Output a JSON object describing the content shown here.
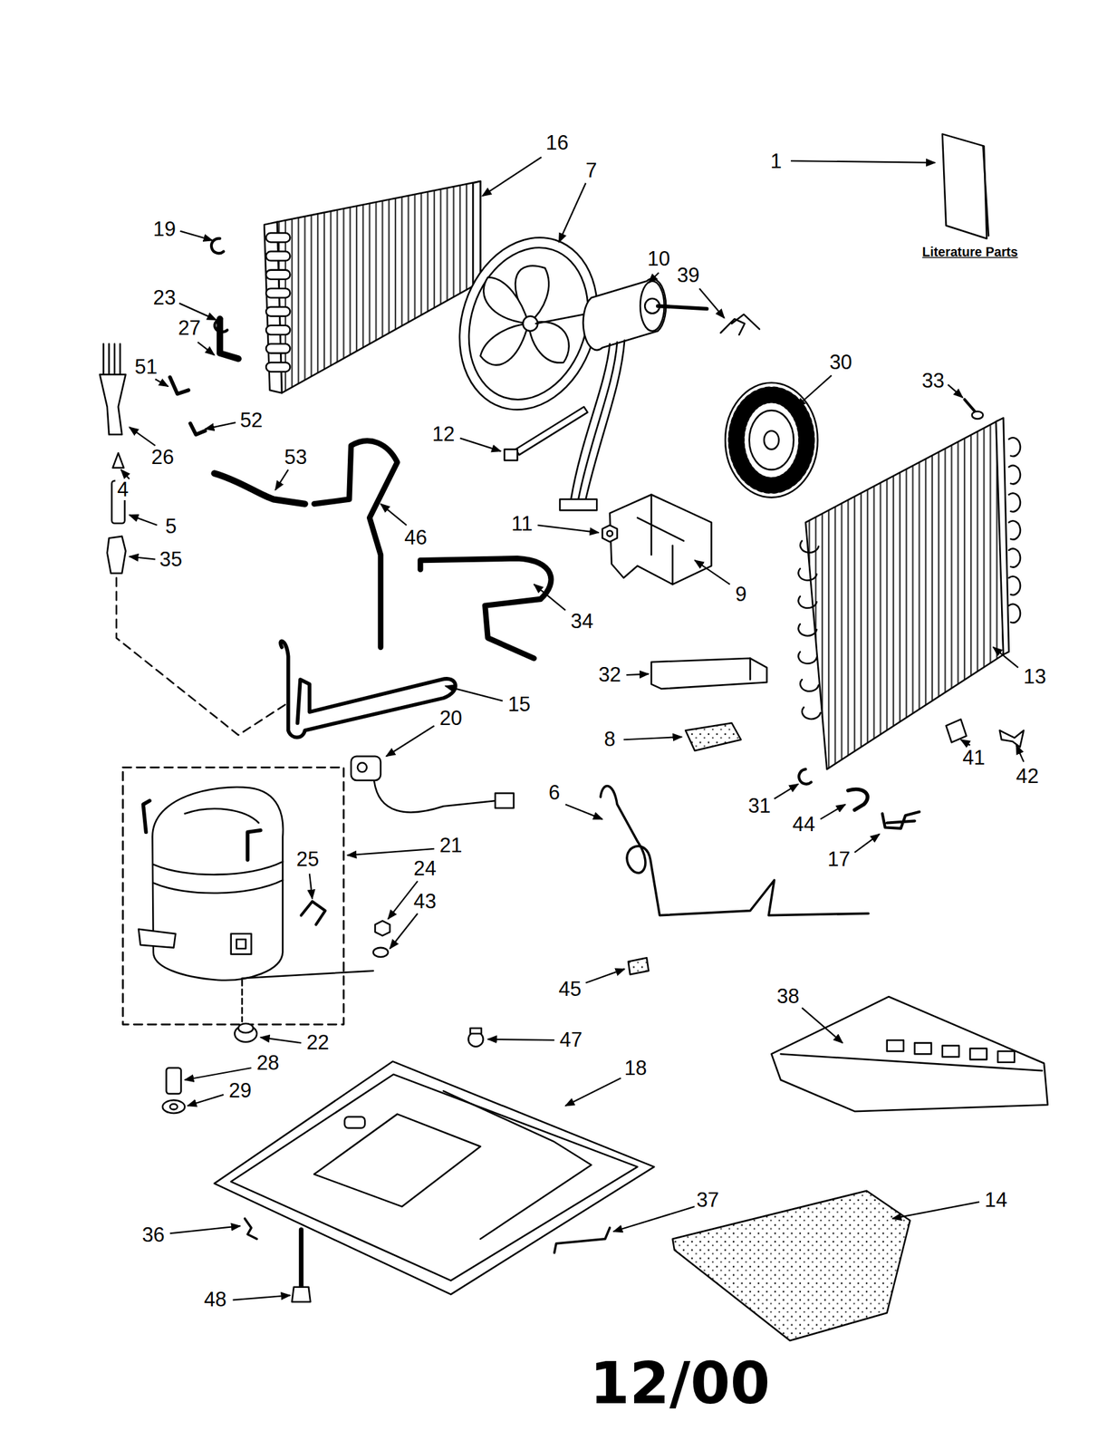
{
  "diagram": {
    "labels": [
      "1",
      "Literature Parts",
      "16",
      "7",
      "10",
      "39",
      "30",
      "19",
      "23",
      "33",
      "27",
      "51",
      "52",
      "12",
      "26",
      "4",
      "53",
      "46",
      "11",
      "9",
      "5",
      "35",
      "34",
      "32",
      "13",
      "15",
      "8",
      "20",
      "41",
      "42",
      "6",
      "31",
      "44",
      "17",
      "21",
      "25",
      "24",
      "43",
      "45",
      "38",
      "22",
      "47",
      "28",
      "18",
      "29",
      "37",
      "14",
      "36",
      "48",
      "12/00"
    ]
  }
}
